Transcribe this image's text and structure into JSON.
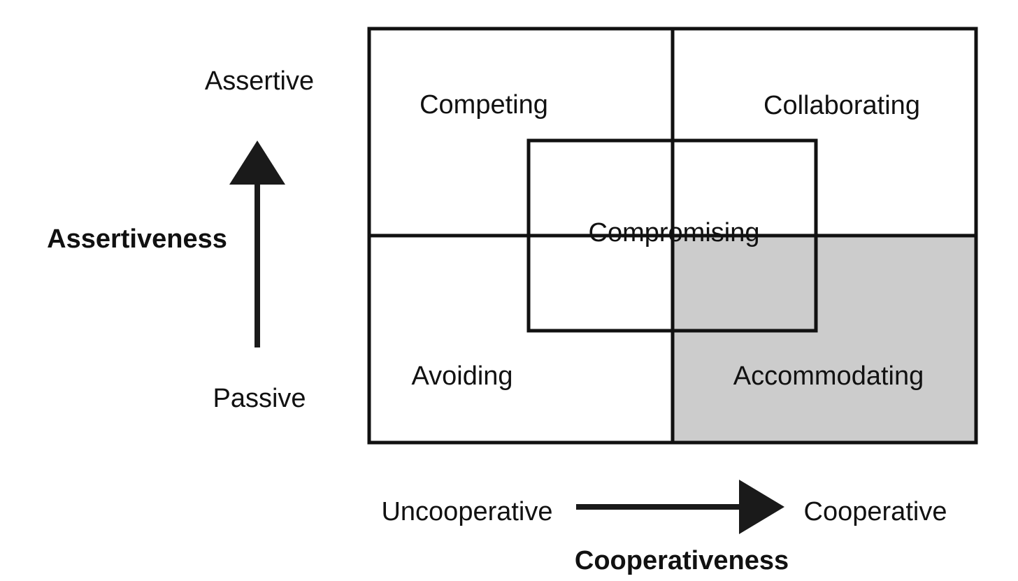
{
  "diagram": {
    "quadrants": {
      "competing": "Competing",
      "collaborating": "Collaborating",
      "avoiding": "Avoiding",
      "accommodating": "Accommodating",
      "compromising": "Compromising"
    },
    "vertical_axis": {
      "top_label": "Assertive",
      "bottom_label": "Passive",
      "title": "Assertiveness"
    },
    "horizontal_axis": {
      "left_label": "Uncooperative",
      "right_label": "Cooperative",
      "title": "Cooperativeness"
    },
    "colors": {
      "highlight_fill": "#cccccc",
      "line": "#111111",
      "arrow": "#1a1a1a"
    }
  }
}
